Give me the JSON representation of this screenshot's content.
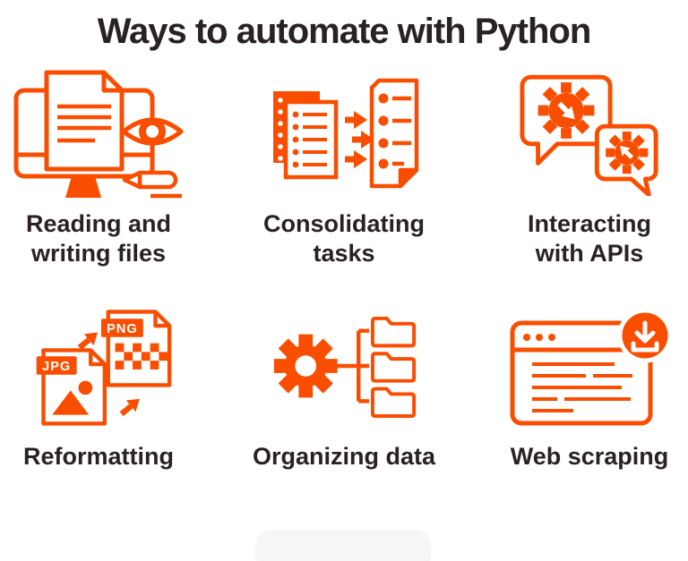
{
  "title": "Ways to automate with Python",
  "colors": {
    "accent": "#F94D00",
    "text": "#2A2125",
    "background": "#FFFFFF",
    "footer_bar": "#F6F6F7"
  },
  "cells": [
    {
      "label_lines": [
        "Reading and",
        "writing files"
      ],
      "icon": "monitor-document-eye-pen-icon"
    },
    {
      "label_lines": [
        "Consolidating",
        "tasks"
      ],
      "icon": "documents-arrows-checklist-icon"
    },
    {
      "label_lines": [
        "Interacting",
        "with APIs"
      ],
      "icon": "chat-bubbles-gears-icon"
    },
    {
      "label_lines": [
        "Reformatting"
      ],
      "icon": "jpg-to-png-conversion-icon",
      "icon_labels": [
        "JPG",
        "PNG"
      ]
    },
    {
      "label_lines": [
        "Organizing data"
      ],
      "icon": "gear-folder-tree-icon"
    },
    {
      "label_lines": [
        "Web scraping"
      ],
      "icon": "browser-download-icon"
    }
  ]
}
